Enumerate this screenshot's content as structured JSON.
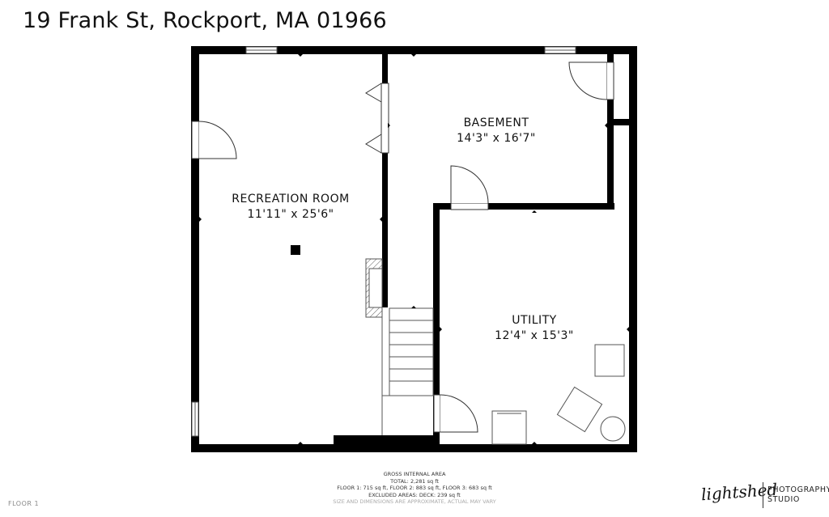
{
  "title": "19 Frank St, Rockport, MA 01966",
  "rooms": {
    "recreation": {
      "name": "RECREATION ROOM",
      "dims": "11'11\" x 25'6\""
    },
    "basement": {
      "name": "BASEMENT",
      "dims": "14'3\" x 16'7\""
    },
    "utility": {
      "name": "UTILITY",
      "dims": "12'4\" x 15'3\""
    }
  },
  "footer": {
    "heading": "GROSS INTERNAL AREA",
    "total": "TOTAL: 2,281 sq ft",
    "floors": "FLOOR 1: 715 sq ft, FLOOR 2: 883 sq ft, FLOOR 3: 683 sq ft",
    "excluded": "EXCLUDED AREAS: DECK: 239 sq ft",
    "disclaimer": "SIZE AND DIMENSIONS ARE APPROXIMATE, ACTUAL MAY VARY"
  },
  "floor_label": "FLOOR 1",
  "logo": {
    "script": "lightshed",
    "line1": "PHOTOGRAPHY",
    "line2": "STUDIO"
  },
  "colors": {
    "wall": "#000000",
    "background": "#ffffff"
  }
}
